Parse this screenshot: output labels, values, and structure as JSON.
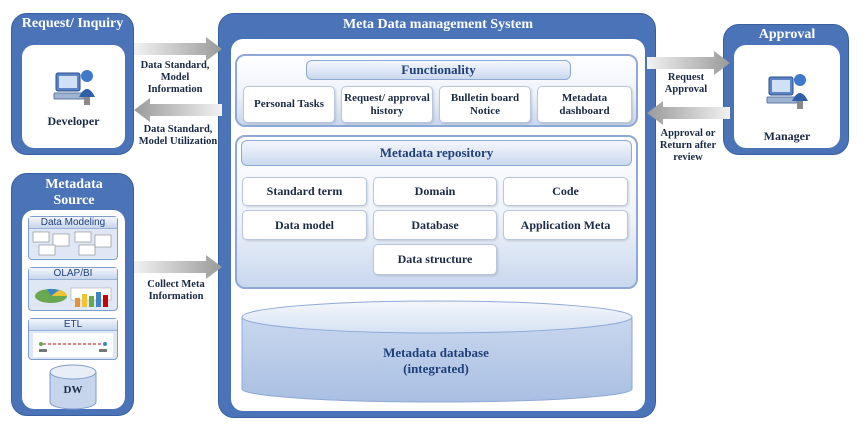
{
  "left_top": {
    "title": "Request/ Inquiry",
    "role": "Developer"
  },
  "left_bottom": {
    "title": "Metadata Source",
    "items": [
      "Data Modeling",
      "OLAP/BI",
      "ETL"
    ],
    "db": "DW"
  },
  "center": {
    "title": "Meta Data management System",
    "functionality": {
      "header": "Functionality",
      "items": [
        "Personal Tasks",
        "Request/ approval history",
        "Bulletin board Notice",
        "Metadata dashboard"
      ]
    },
    "repository": {
      "header": "Metadata repository",
      "items": [
        "Standard term",
        "Domain",
        "Code",
        "Data model",
        "Database",
        "Application Meta",
        "Data structure"
      ]
    },
    "database": "Metadata database (integrated)"
  },
  "right": {
    "title": "Approval",
    "role": "Manager"
  },
  "arrows": {
    "dev_to_sys": "Data Standard, Model Information",
    "sys_to_dev": "Data Standard, Model Utilization",
    "collect": "Collect Meta Information",
    "request_approval": "Request Approval",
    "approval_return": "Approval or Return after review"
  },
  "colors": {
    "panel": "#4a73b8",
    "accent_text": "#1f3f7a",
    "arrow": "#b8b8b8"
  }
}
